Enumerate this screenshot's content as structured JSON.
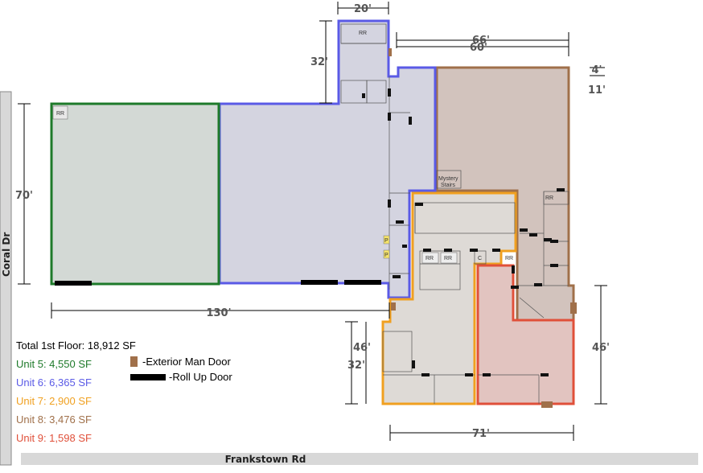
{
  "roads": {
    "left": "Coral Dr",
    "bottom": "Frankstown Rd"
  },
  "dimensions": {
    "top_width": "20'",
    "top_height": "32'",
    "right_top_a": "66'",
    "right_top_b": "60'",
    "right_small_a": "4'",
    "right_small_b": "11'",
    "left_height": "70'",
    "bottom_width": "130'",
    "lower_height_a": "46'",
    "lower_height_b": "32'",
    "right_height": "46'",
    "bottom_right_width": "71'"
  },
  "room_labels": {
    "rr": "RR",
    "mystery_stairs_1": "Mystery",
    "mystery_stairs_2": "Stairs",
    "closet": "C",
    "p": "P"
  },
  "legend": {
    "total": "Total 1st Floor: 18,912 SF",
    "units": [
      {
        "label": "Unit 5: 4,550 SF",
        "color": "#1e7a2a"
      },
      {
        "label": "Unit 6: 6,365 SF",
        "color": "#5a5ae6"
      },
      {
        "label": "Unit 7: 2,900 SF",
        "color": "#f0a020"
      },
      {
        "label": "Unit 8: 3,476 SF",
        "color": "#a0704a"
      },
      {
        "label": "Unit 9: 1,598 SF",
        "color": "#e0503a"
      }
    ]
  },
  "key": {
    "door": "-Exterior Man Door",
    "roll": "-Roll Up Door"
  }
}
